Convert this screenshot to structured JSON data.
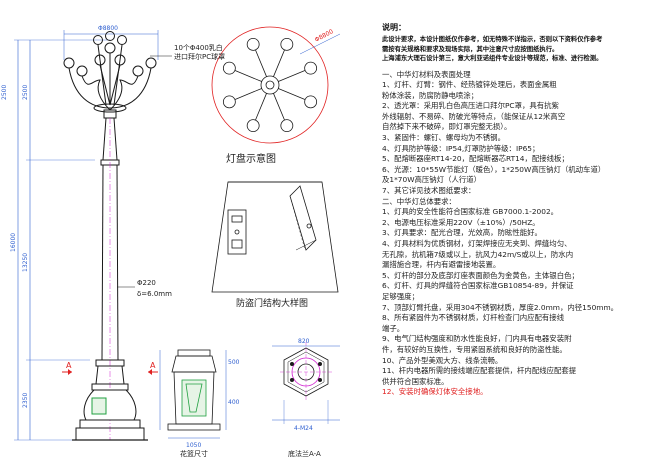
{
  "notes": {
    "title": "说明：",
    "header_lines": [
      "此设计要求，本设计图纸仅作参考，如无特殊不详指示，否则以下资料仅作参考",
      "需按有关规格和要求及现场实际，其中注意尺寸应按图纸执行。",
      "上海浦东大理石设计第三，意大利亚诺组件专业设计等规范，标准、进行检测。"
    ],
    "lines": [
      {
        "text": "一、中华灯材料及表面处理",
        "red": false
      },
      {
        "text": "1、灯杆、灯臂：钢件、经热镀锌处理后，表面金属粗",
        "red": false
      },
      {
        "text": "粉体涂装，防腐防静电喷涂；",
        "red": false
      },
      {
        "text": "2、透光罩：采用乳白色高压进口拜尔PC罩，具有抗紫",
        "red": false
      },
      {
        "text": "外线辐射、不易碎、防破光等特点，（能保证从12米高空",
        "red": false
      },
      {
        "text": "自然掉下来不破碎，即灯罩完整无损）。",
        "red": false
      },
      {
        "text": "3、紧固件：螺钉、螺母均为不锈钢。",
        "red": false
      },
      {
        "text": "4、灯具防护等级：IP54,灯罩防护等级：IP65；",
        "red": false
      },
      {
        "text": "5、配熔断器座RT14-20，配熔断器芯RT14，配接线板；",
        "red": false
      },
      {
        "text": "6、光源：10*55W节能灯（暖色），1*250W高压钠灯（机动车道）",
        "red": false
      },
      {
        "text": "及1*70W高压钠灯（人行道）",
        "red": false
      },
      {
        "text": "7、其它详见技术图纸要求：",
        "red": false
      },
      {
        "text": "二、中华灯总体要求：",
        "red": false
      },
      {
        "text": "1、灯具的安全性能符合国家标准 GB7000.1-2002。",
        "red": false
      },
      {
        "text": "2、电源电压标准采用220V（±10%）/50HZ。",
        "red": false
      },
      {
        "text": "3、灯具要求：配光合理，光效高，防眩性能好。",
        "red": false
      },
      {
        "text": "4、灯具材料为优质钢材，灯架焊接应无夹到、焊缝均匀、",
        "red": false
      },
      {
        "text": "无孔隙，抗机箱7级或以上，抗风力42m/S或以上，防水内",
        "red": false
      },
      {
        "text": "漏措施合理，杆内有避雷接地装置。",
        "red": false
      },
      {
        "text": "5、灯杆的部分及底部灯座表面颜色为金黄色，主体银白色；",
        "red": false
      },
      {
        "text": "6、灯杆、灯具的焊缝符合国家标准GB10854-89，并保证",
        "red": false
      },
      {
        "text": "足够强度；",
        "red": false
      },
      {
        "text": "7、顶部灯臂托盘，采用304不锈钢材质，厚度2.0mm，内径150mm。",
        "red": false
      },
      {
        "text": "8、所有紧固件为不锈钢材质，灯杆检查门内应配有接线",
        "red": false
      },
      {
        "text": "端子。",
        "red": false
      },
      {
        "text": "9、电气门结构强度和防水性能良好，门内具有电器安装附",
        "red": false
      },
      {
        "text": "件，有较好的互换性，专用紧固系统和良好的防盗性能。",
        "red": false
      },
      {
        "text": "10、产品外型美观大方、线条流畅。",
        "red": false
      },
      {
        "text": "11、杆内电器所需的接线端应配套提供，杆内配线应配套提",
        "red": false
      },
      {
        "text": "供并符合国家标准。",
        "red": false
      },
      {
        "text": "12、安装时确保灯体安全接地。",
        "red": true
      }
    ]
  },
  "lamp_elevation": {
    "top_width": "Φ8800",
    "height_top": "2500",
    "height_pole": "13250",
    "height_total": "16000",
    "base_height": "2350",
    "pole_dia": "Φ220",
    "pole_thick": "δ=6.0mm",
    "lamp_note_line1": "10个Φ400乳白",
    "lamp_note_line2": "进口拜尔PC球罩",
    "section_mark": "A"
  },
  "lamp_plate": {
    "caption": "灯盘示意图",
    "dim": "Φ8800"
  },
  "door": {
    "caption": "防盗门结构大样图"
  },
  "base_detail": {
    "caption": "花篮尺寸",
    "d1": "500",
    "d2": "400",
    "d3": "1050"
  },
  "section_a": {
    "caption": "底法兰A-A",
    "d1": "820",
    "d2": "4-M24"
  },
  "colors": {
    "line": "#1a1a1a",
    "dim": "#3060d0",
    "accent_red": "#e02020",
    "magenta": "#d020d0",
    "green": "#20a040"
  }
}
